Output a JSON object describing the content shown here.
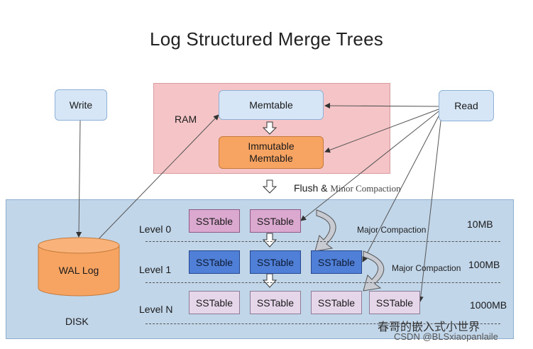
{
  "title": "Log Structured Merge Trees",
  "nodes": {
    "write": "Write",
    "read": "Read",
    "memtable": "Memtable",
    "immutable_line1": "Immutable",
    "immutable_line2": "Memtable",
    "wal_log": "WAL Log",
    "sstable": "SSTable"
  },
  "regions": {
    "ram": "RAM",
    "disk": "DISK"
  },
  "flush": {
    "prefix": "Flush &",
    "suffix": "Minor Compaction"
  },
  "major_compaction": "Major Compaction",
  "levels": [
    {
      "label": "Level 0",
      "size": "10MB"
    },
    {
      "label": "Level 1",
      "size": "100MB"
    },
    {
      "label": "Level N",
      "size": "1000MB"
    }
  ],
  "watermark": {
    "line1": "春哥的嵌入式小世界",
    "line2": "CSDN @BLSxiaopanlaile"
  },
  "colors": {
    "ram_bg": "#f5c4c7",
    "disk_bg": "#c2d6ea",
    "immutable": "#f7a462",
    "level0_sstable": "#dba8cf",
    "level1_sstable": "#4f7fd6",
    "levelN_sstable": "#e6d6ea"
  }
}
